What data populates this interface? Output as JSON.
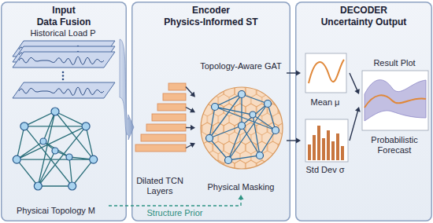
{
  "diagram": {
    "nodes": [
      {
        "text": [
          "Input",
          "Data Fusion"
        ]
      },
      {
        "text": [
          "Historical Load P"
        ],
        "in": 0
      },
      {
        "text": [
          "Physicai Topology M"
        ],
        "in": 0
      },
      {
        "text": [
          "Encoder",
          "Physics-Informed ST"
        ]
      },
      {
        "text": [
          "Dilated TCN Layers"
        ],
        "in": 3
      },
      {
        "text": [
          "Topology-Aware GAT",
          "Physical Masking"
        ],
        "in": 3
      },
      {
        "text": [
          "DECODER",
          "Uncertainty Output"
        ]
      },
      {
        "text": [
          "Mean μ"
        ],
        "in": 6
      },
      {
        "text": [
          "Std Dev σ"
        ],
        "in": 6
      },
      {
        "text": [
          "Result Plot",
          "Probabilistic Forecast"
        ],
        "in": 6
      }
    ],
    "edges": [
      {
        "from": 1,
        "to": 4,
        "arrow": "to"
      },
      {
        "from": 4,
        "to": 5,
        "arrow": "to"
      },
      {
        "from": 5,
        "to": 7,
        "arrow": "to"
      },
      {
        "from": 5,
        "to": 8,
        "arrow": "to"
      },
      {
        "from": 7,
        "to": 9,
        "arrow": "to"
      },
      {
        "from": 8,
        "to": 9,
        "arrow": "to"
      },
      {
        "from": 2,
        "to": 5,
        "label": "Structure Prior",
        "arrow": "to"
      }
    ]
  }
}
